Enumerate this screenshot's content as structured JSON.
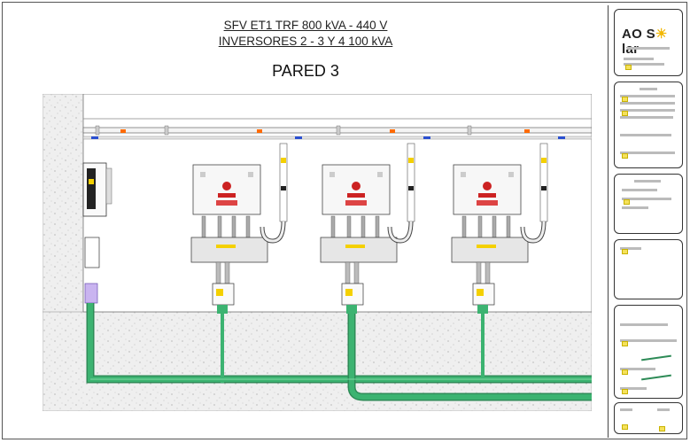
{
  "header": {
    "title_line1": "SFV ET1 TRF 800 kVA - 440 V",
    "title_line2": "INVERSORES 2 - 3 Y 4  100 kVA",
    "wall_label": "PARED 3"
  },
  "logo": {
    "text_left": "AO S",
    "text_sun": "☀",
    "text_right": "lar"
  },
  "diagram": {
    "inverter_count": 3,
    "colors": {
      "conduit": "#3cb371",
      "conduit_dark": "#2e8b57",
      "concrete": "#ececec",
      "inverter": "#f7f7f7",
      "accent_red": "#cc2222",
      "accent_orange": "#ff6a00",
      "accent_blue": "#2a4fd0",
      "warning": "#f4d000"
    }
  }
}
